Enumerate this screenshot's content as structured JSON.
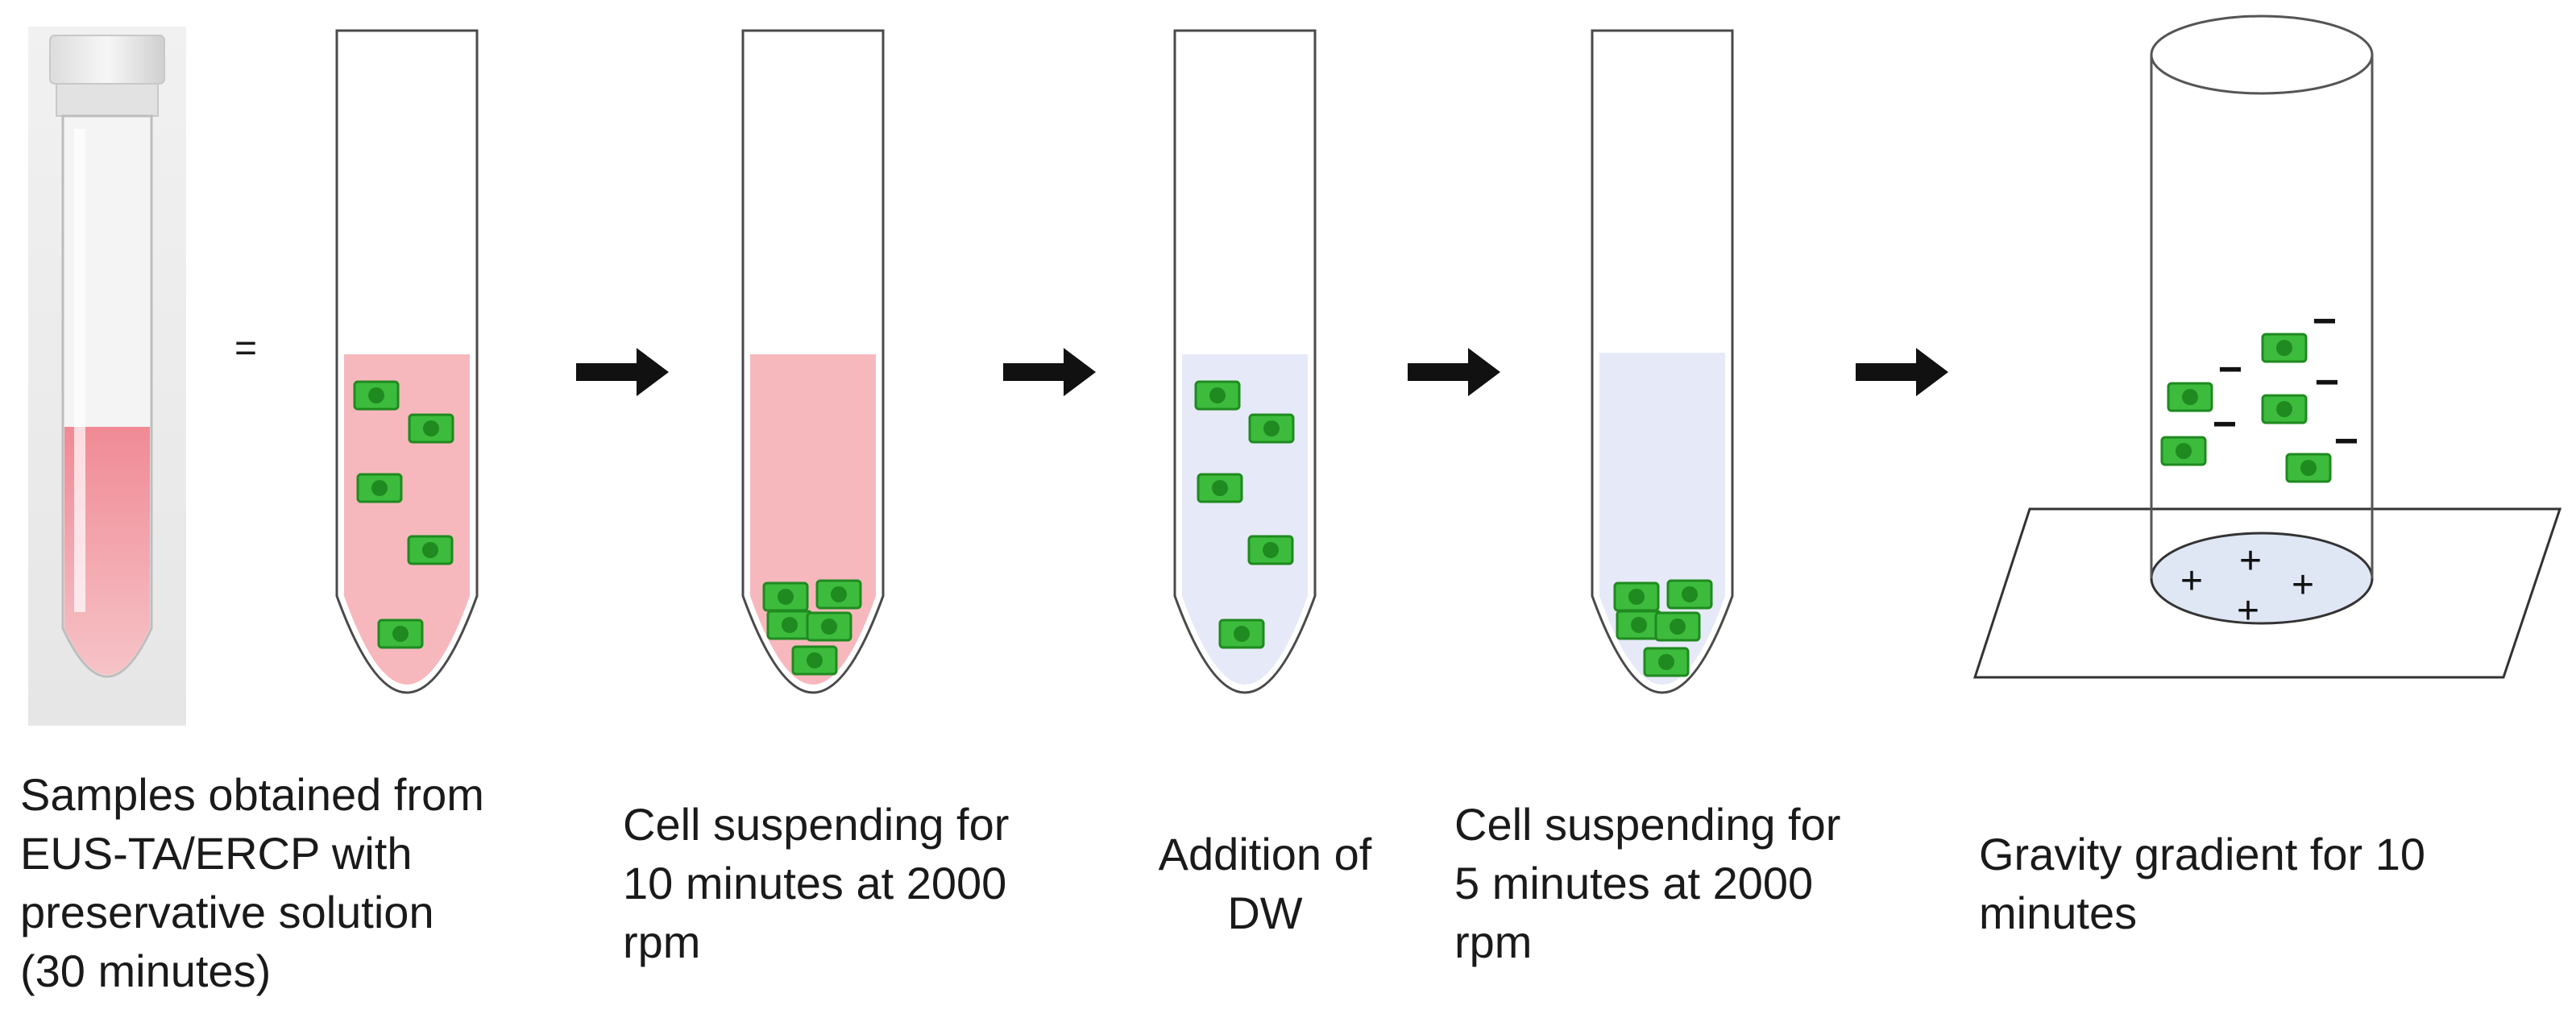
{
  "equals_sign": "=",
  "captions": {
    "step1": [
      "Samples obtained from",
      "EUS-TA/ERCP with",
      "preservative solution",
      "(30 minutes)"
    ],
    "step2": [
      "Cell suspending for",
      "10 minutes at 2000",
      "rpm"
    ],
    "step3": [
      "Addition of",
      "DW"
    ],
    "step4": [
      "Cell suspending for",
      "5 minutes at 2000",
      "rpm"
    ],
    "step5": [
      "Gravity gradient for 10",
      "minutes"
    ]
  },
  "charges": {
    "negative": "−",
    "positive": "+"
  },
  "colors": {
    "pink_solution": "#f7b8bd",
    "blue_solution": "#e6e9f7",
    "cell_fill": "#3dbb3d",
    "cell_border": "#1f8a1f",
    "arrow": "#111111",
    "slide_dish": "#dfe6f4"
  },
  "icons": [
    "sample-tube-photo",
    "conical-tube-icon",
    "cell-icon",
    "right-arrow-icon",
    "cylinder-icon",
    "glass-slide-icon"
  ]
}
